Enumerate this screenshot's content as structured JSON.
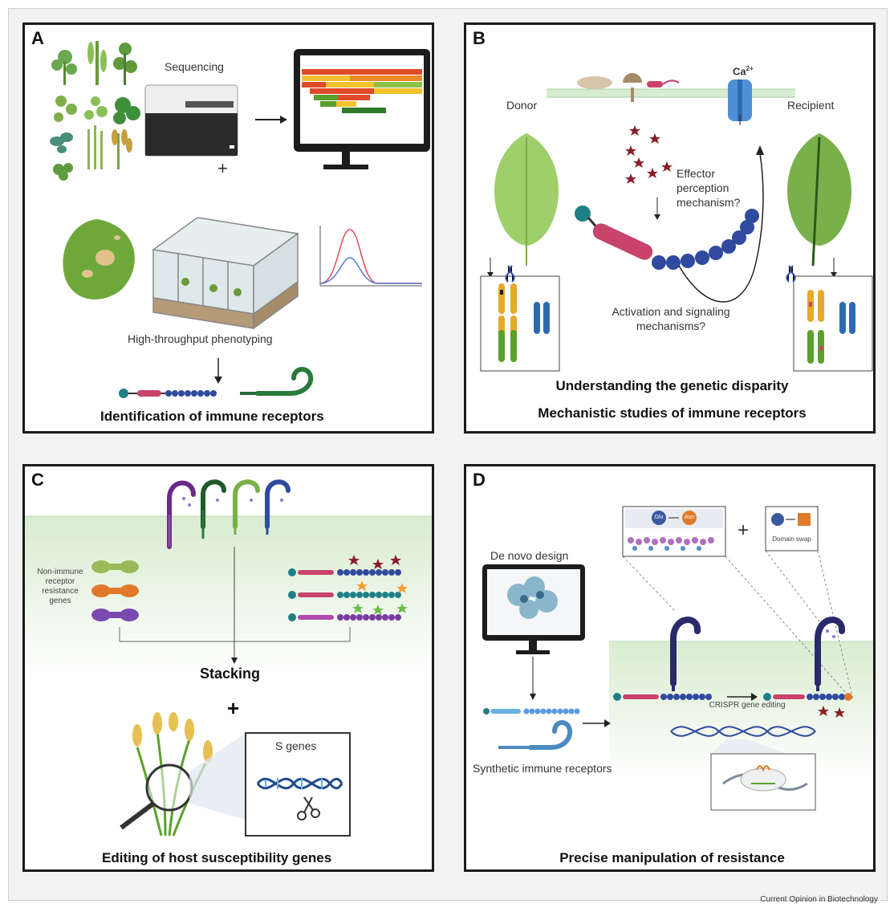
{
  "panels": {
    "a": {
      "letter": "A",
      "sequencing": "Sequencing",
      "plus": "+",
      "phenotyping": "High-throughput phenotyping",
      "caption": "Identification of immune receptors"
    },
    "b": {
      "letter": "B",
      "donor": "Donor",
      "recipient": "Recipient",
      "ion": "Ca",
      "ion_charge": "2+",
      "effector_line1": "Effector",
      "effector_line2": "perception",
      "effector_line3": "mechanism?",
      "activation_line1": "Activation and signaling",
      "activation_line2": "mechanisms?",
      "caption1": "Understanding the genetic disparity",
      "caption2": "Mechanistic studies of immune receptors"
    },
    "c": {
      "letter": "C",
      "nonimmune_line1": "Non-immune",
      "nonimmune_line2": "receptor",
      "nonimmune_line3": "resistance",
      "nonimmune_line4": "genes",
      "stacking": "Stacking",
      "plus": "+",
      "s_genes": "S genes",
      "caption": "Editing of host susceptibility genes"
    },
    "d": {
      "letter": "D",
      "de_novo": "De novo design",
      "synthetic": "Synthetic immune receptors",
      "crispr": "CRISPR gene editing",
      "glu": "Glu",
      "asn": "Asn",
      "domain_swap": "Domain swap",
      "plus": "+",
      "caption": "Precise manipulation of resistance"
    }
  },
  "credit": "Current Opinion in Biotechnology",
  "colors": {
    "receptor_red": "#c9436b",
    "receptor_blue": "#2f4a9e",
    "receptor_teal": "#1f7f86",
    "leaf_green": "#7fb04a",
    "heat_red": "#e0402a",
    "heat_yellow": "#f2c230",
    "heat_green": "#5aa02c"
  }
}
